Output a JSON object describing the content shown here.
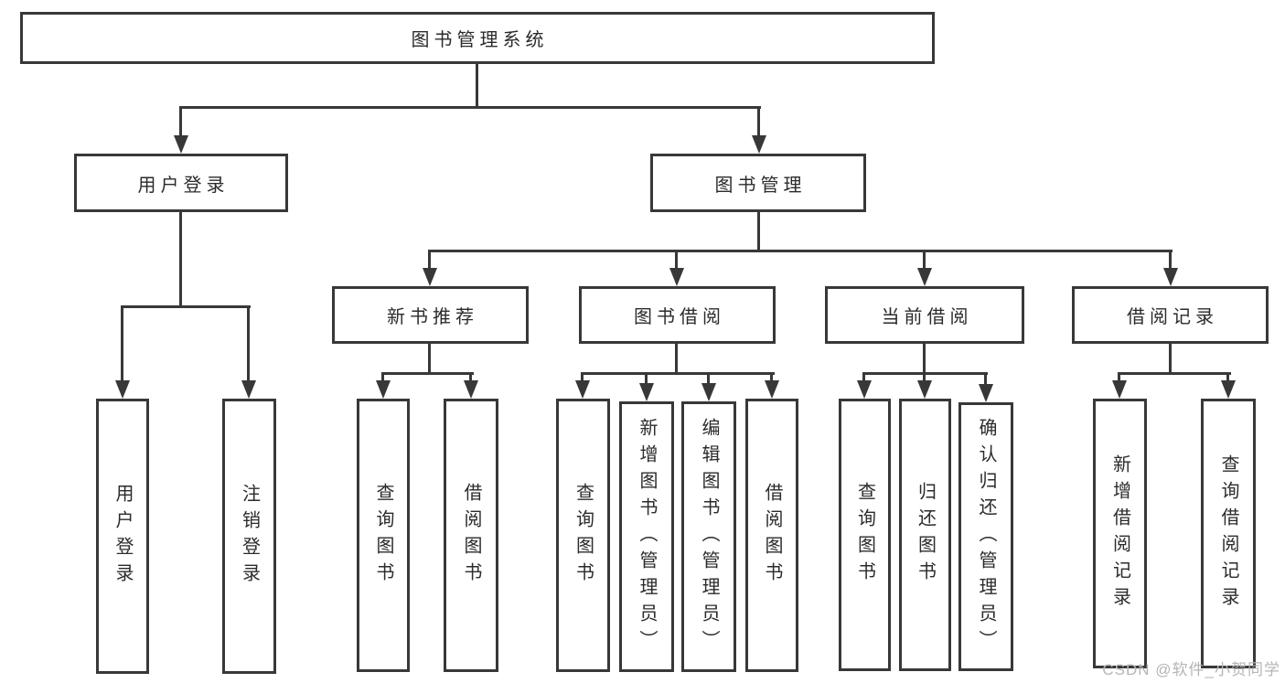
{
  "diagram_type": "hierarchy-tree",
  "tree": {
    "label": "图书管理系统",
    "children": [
      {
        "label": "用户登录",
        "children": [
          {
            "label": "用户登录"
          },
          {
            "label": "注销登录"
          }
        ]
      },
      {
        "label": "图书管理",
        "children": [
          {
            "label": "新书推荐",
            "children": [
              {
                "label": "查询图书"
              },
              {
                "label": "借阅图书"
              }
            ]
          },
          {
            "label": "图书借阅",
            "children": [
              {
                "label": "查询图书"
              },
              {
                "label": "新增图书（管理员）"
              },
              {
                "label": "编辑图书（管理员）"
              },
              {
                "label": "借阅图书"
              }
            ]
          },
          {
            "label": "当前借阅",
            "children": [
              {
                "label": "查询图书"
              },
              {
                "label": "归还图书"
              },
              {
                "label": "确认归还（管理员）"
              }
            ]
          },
          {
            "label": "借阅记录",
            "children": [
              {
                "label": "新增借阅记录"
              },
              {
                "label": "查询借阅记录"
              }
            ]
          }
        ]
      }
    ]
  },
  "watermark": {
    "text": "CSDN @软件_小贺同学"
  },
  "colors": {
    "line": "#383838",
    "box_border": "#383838",
    "label_text": "#2b2b2b",
    "watermark_text": "#b5b5b5",
    "background": "#ffffff"
  }
}
